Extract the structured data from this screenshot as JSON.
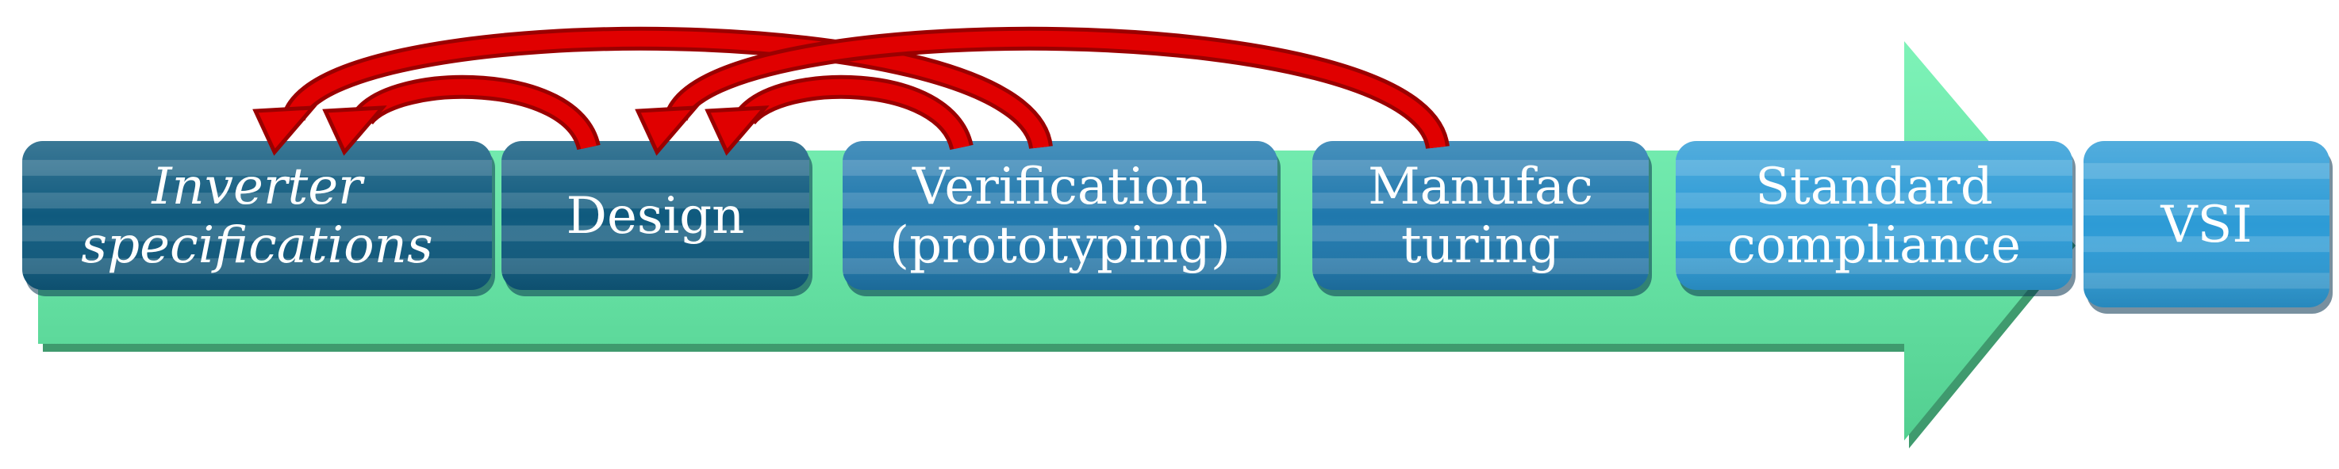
{
  "steps": [
    {
      "id": "inverter-specifications",
      "lines": [
        "Inverter",
        "specifications"
      ],
      "italic": true,
      "color": "#0f5a7e"
    },
    {
      "id": "design",
      "lines": [
        "Design"
      ],
      "italic": false,
      "color": "#0f5a7e"
    },
    {
      "id": "verification",
      "lines": [
        "Verification",
        "(prototyping)"
      ],
      "italic": false,
      "color": "#1f78ad"
    },
    {
      "id": "manufacturing",
      "lines": [
        "Manufac",
        "turing"
      ],
      "italic": false,
      "color": "#1f78ad"
    },
    {
      "id": "standard-compliance",
      "lines": [
        "Standard",
        "compliance"
      ],
      "italic": false,
      "color": "#2d9bd6"
    },
    {
      "id": "vsi",
      "lines": [
        "VSI"
      ],
      "italic": false,
      "color": "#2d9bd6"
    }
  ],
  "feedback_arrows": [
    {
      "from": "design",
      "to": "inverter-specifications"
    },
    {
      "from": "verification",
      "to": "inverter-specifications"
    },
    {
      "from": "verification",
      "to": "design"
    },
    {
      "from": "manufacturing",
      "to": "design"
    }
  ],
  "colors": {
    "main_arrow": "#72edaf",
    "main_arrow_shadow": "#3f9a6e",
    "feedback_arrow": "#e00000",
    "feedback_arrow_dark": "#9a0000",
    "label": "#ffffff"
  }
}
